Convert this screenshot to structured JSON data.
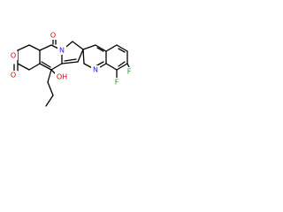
{
  "molecule": {
    "labels": {
      "o_lactone_carbonyl_top": "O",
      "o_ring": "O",
      "o_lactone_carbonyl_bottom": "O",
      "hydroxyl": "OH",
      "nitrogen_ring": "N",
      "nitrogen_quinoline": "N",
      "fluorine_upper": "F",
      "fluorine_lower": "F"
    },
    "colors": {
      "oxygen": "#cc0000",
      "nitrogen": "#1a1aff",
      "fluorine": "#2e8b2e",
      "bond": "#000000"
    }
  }
}
